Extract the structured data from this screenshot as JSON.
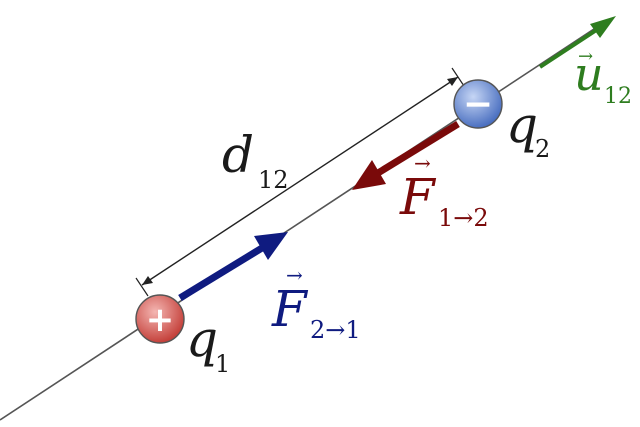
{
  "colors": {
    "line": "#555555",
    "text": "#1a1a1a",
    "u_vector": "#2e7d1f",
    "f12": "#7a0a0a",
    "f21": "#0f1b80",
    "charge_pos_fill": "#d85a55",
    "charge_neg_fill": "#6a8fd6"
  },
  "labels": {
    "d_symbol": "d",
    "d_sub": "12",
    "q1_symbol": "q",
    "q1_sub": "1",
    "q2_symbol": "q",
    "q2_sub": "2",
    "u_symbol": "u",
    "u_sub": "12",
    "f12_symbol": "F",
    "f12_sub": "1→2",
    "f21_symbol": "F",
    "f21_sub": "2→1",
    "vector_arrow": "→"
  },
  "charges": {
    "q1_sign": "+",
    "q2_sign": "−"
  }
}
